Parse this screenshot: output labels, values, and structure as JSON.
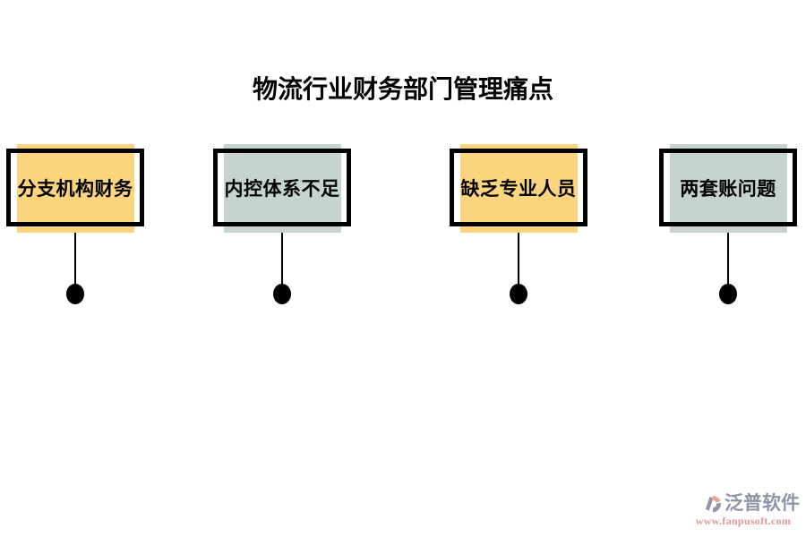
{
  "title": "物流行业财务部门管理痛点",
  "colors": {
    "frame_border": "#000000",
    "connector": "#000000",
    "fill_yellow": "#FBD47E",
    "fill_green": "#C5D4CE"
  },
  "boxes": [
    {
      "label": "分支机构财务",
      "fill": "#FBD47E"
    },
    {
      "label": "内控体系不足",
      "fill": "#C5D4CE"
    },
    {
      "label": "缺乏专业人员",
      "fill": "#FBD47E"
    },
    {
      "label": "两套账问题",
      "fill": "#C5D4CE"
    }
  ],
  "watermark": {
    "brand": "泛普软件",
    "url": "www.fanpusoft.com",
    "brand_color": "#8F94A8",
    "url_color": "#E19A91",
    "logo_icon": "fanpu-logo-icon",
    "logo_accent_color": "#E8A39B"
  }
}
